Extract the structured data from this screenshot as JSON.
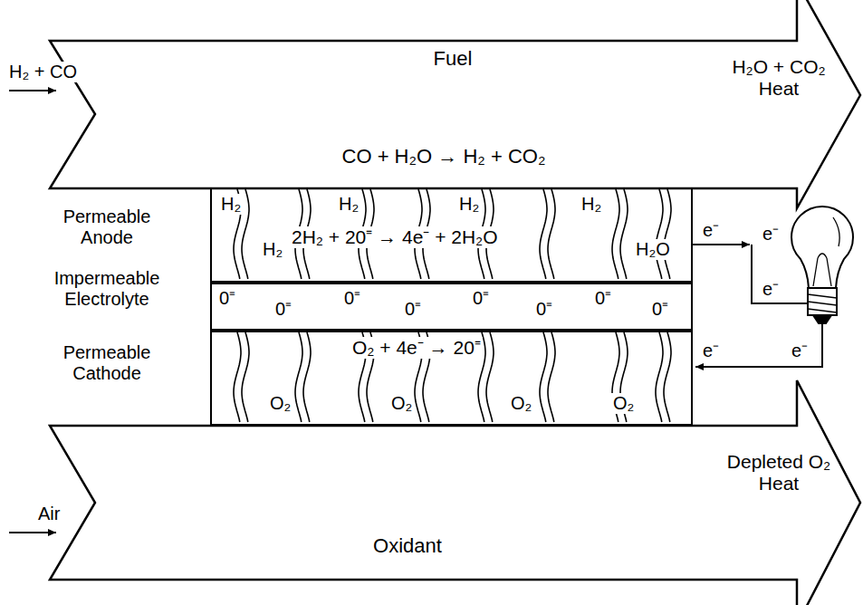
{
  "diagram": {
    "nodes": [
      {
        "text": [
          "Fuel",
          "CO + H₂O → H₂ + CO₂",
          "H₂O + CO₂ Heat"
        ]
      },
      {
        "text": [
          "H₂",
          "H₂",
          "H₂",
          "H₂",
          "H₂",
          "2H₂ + 20⁼ → 4e⁻ + 2H₂O",
          "H₂O"
        ]
      },
      {
        "text": [
          "0⁼",
          "0⁼",
          "0⁼",
          "0⁼",
          "0⁼",
          "0⁼",
          "0⁼",
          "0⁼"
        ]
      },
      {
        "text": [
          "O₂ + 4e⁻ → 20⁼",
          "O₂",
          "O₂",
          "O₂",
          "O₂"
        ]
      },
      {
        "text": [
          "Oxidant",
          "Depleted O₂ Heat"
        ]
      }
    ],
    "labels": [
      "H₂ + CO",
      "Air",
      "Permeable Anode",
      "Impermeable Electrolyte",
      "Permeable Cathode",
      "e⁻",
      "e⁻",
      "e⁻",
      "e⁻",
      "e⁻"
    ]
  }
}
